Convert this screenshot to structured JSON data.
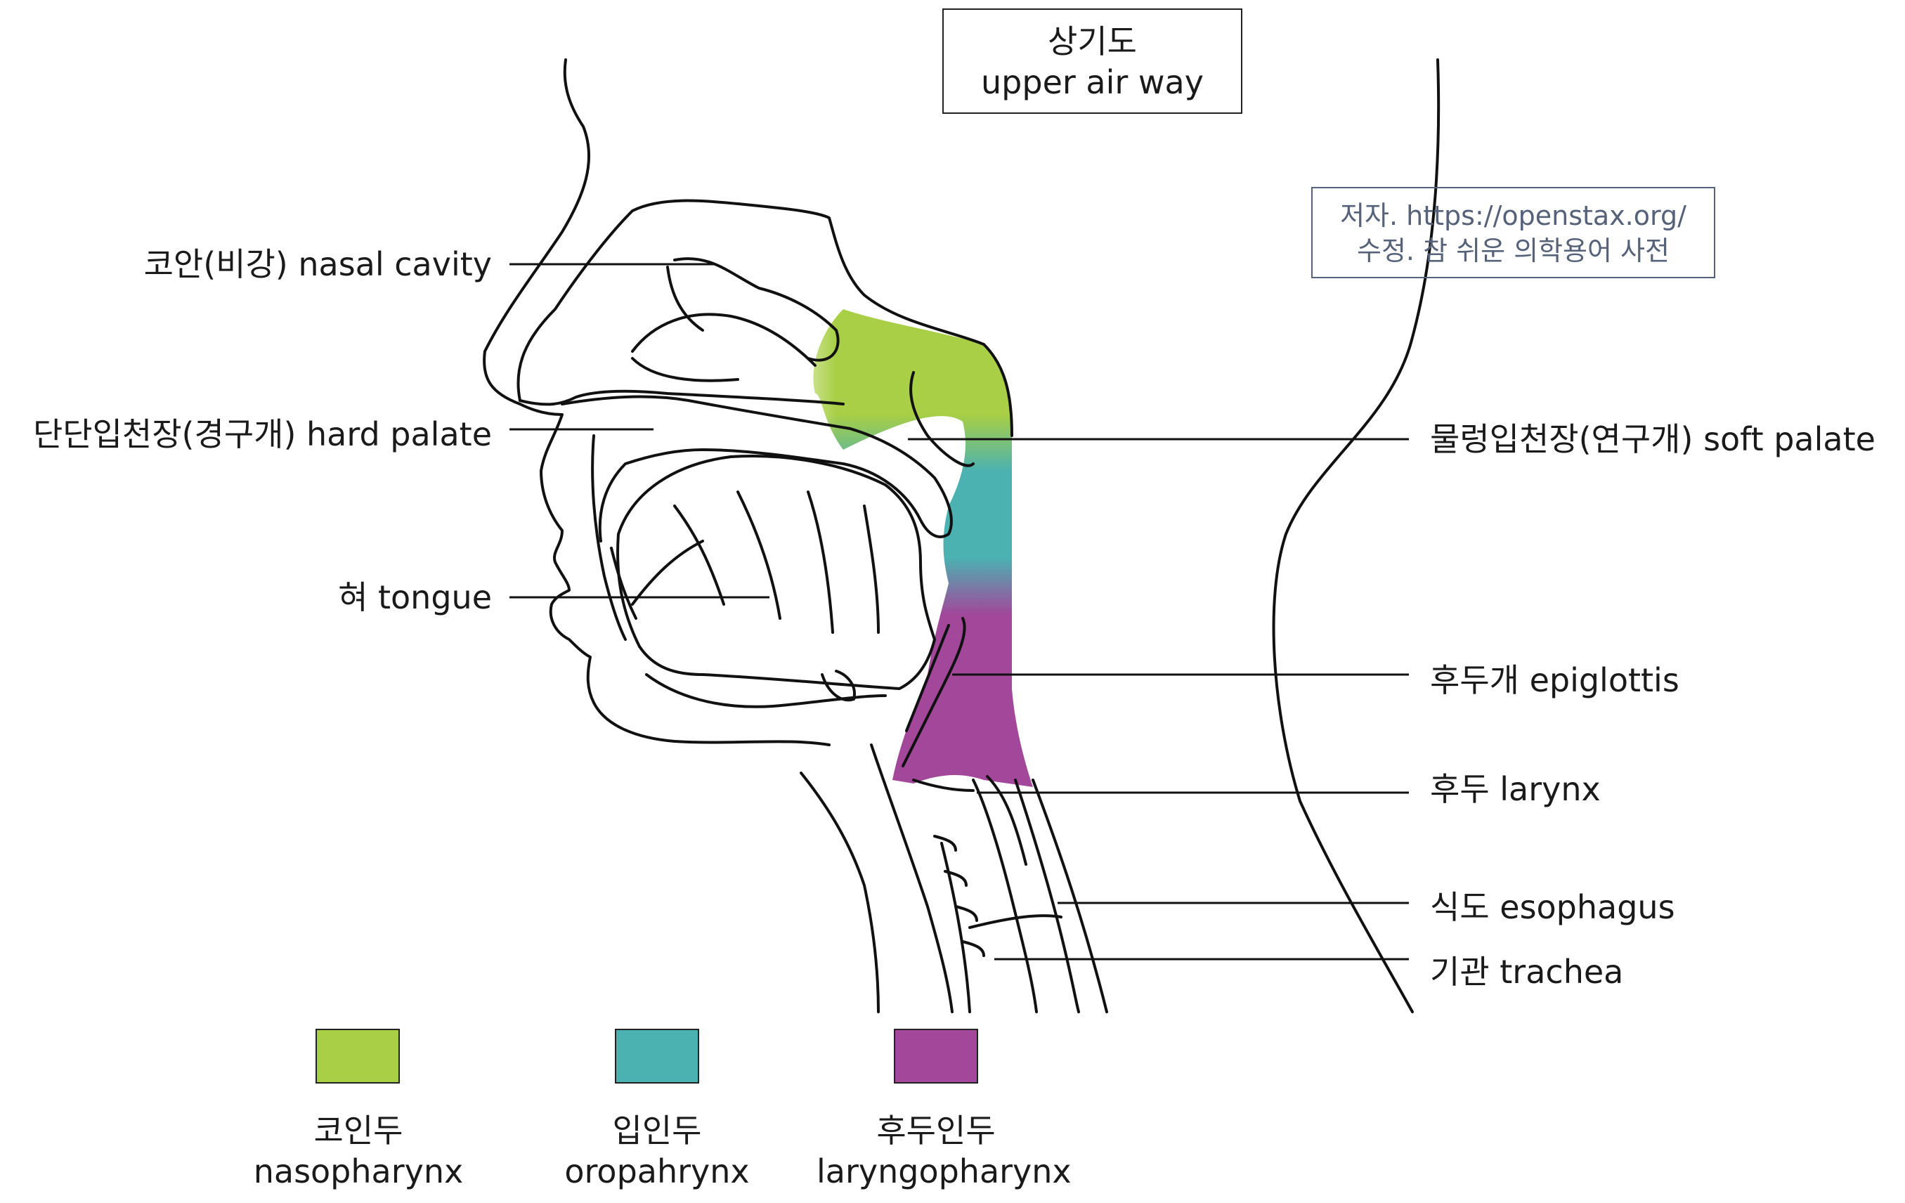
{
  "title": {
    "korean": "상기도",
    "english": "upper air way"
  },
  "credit": {
    "line1": "저자. https://openstax.org/",
    "line2": "수정. 참 쉬운 의학용어 사전"
  },
  "labels": {
    "nasal_cavity": "코안(비강) nasal cavity",
    "hard_palate": "단단입천장(경구개) hard palate",
    "tongue": "혀 tongue",
    "soft_palate": "물렁입천장(연구개) soft palate",
    "epiglottis": "후두개 epiglottis",
    "larynx": "후두 larynx",
    "esophagus": "식도 esophagus",
    "trachea": "기관 trachea"
  },
  "legend": [
    {
      "korean": "코인두",
      "english": "nasopharynx",
      "color": "#a8cf45"
    },
    {
      "korean": "입인두",
      "english": "oropahrynx",
      "color": "#4bb1b1"
    },
    {
      "korean": "후두인두",
      "english": "laryngopharynx",
      "color": "#a2479a"
    }
  ],
  "colors": {
    "line": "#111111",
    "credit": "#55627a"
  }
}
